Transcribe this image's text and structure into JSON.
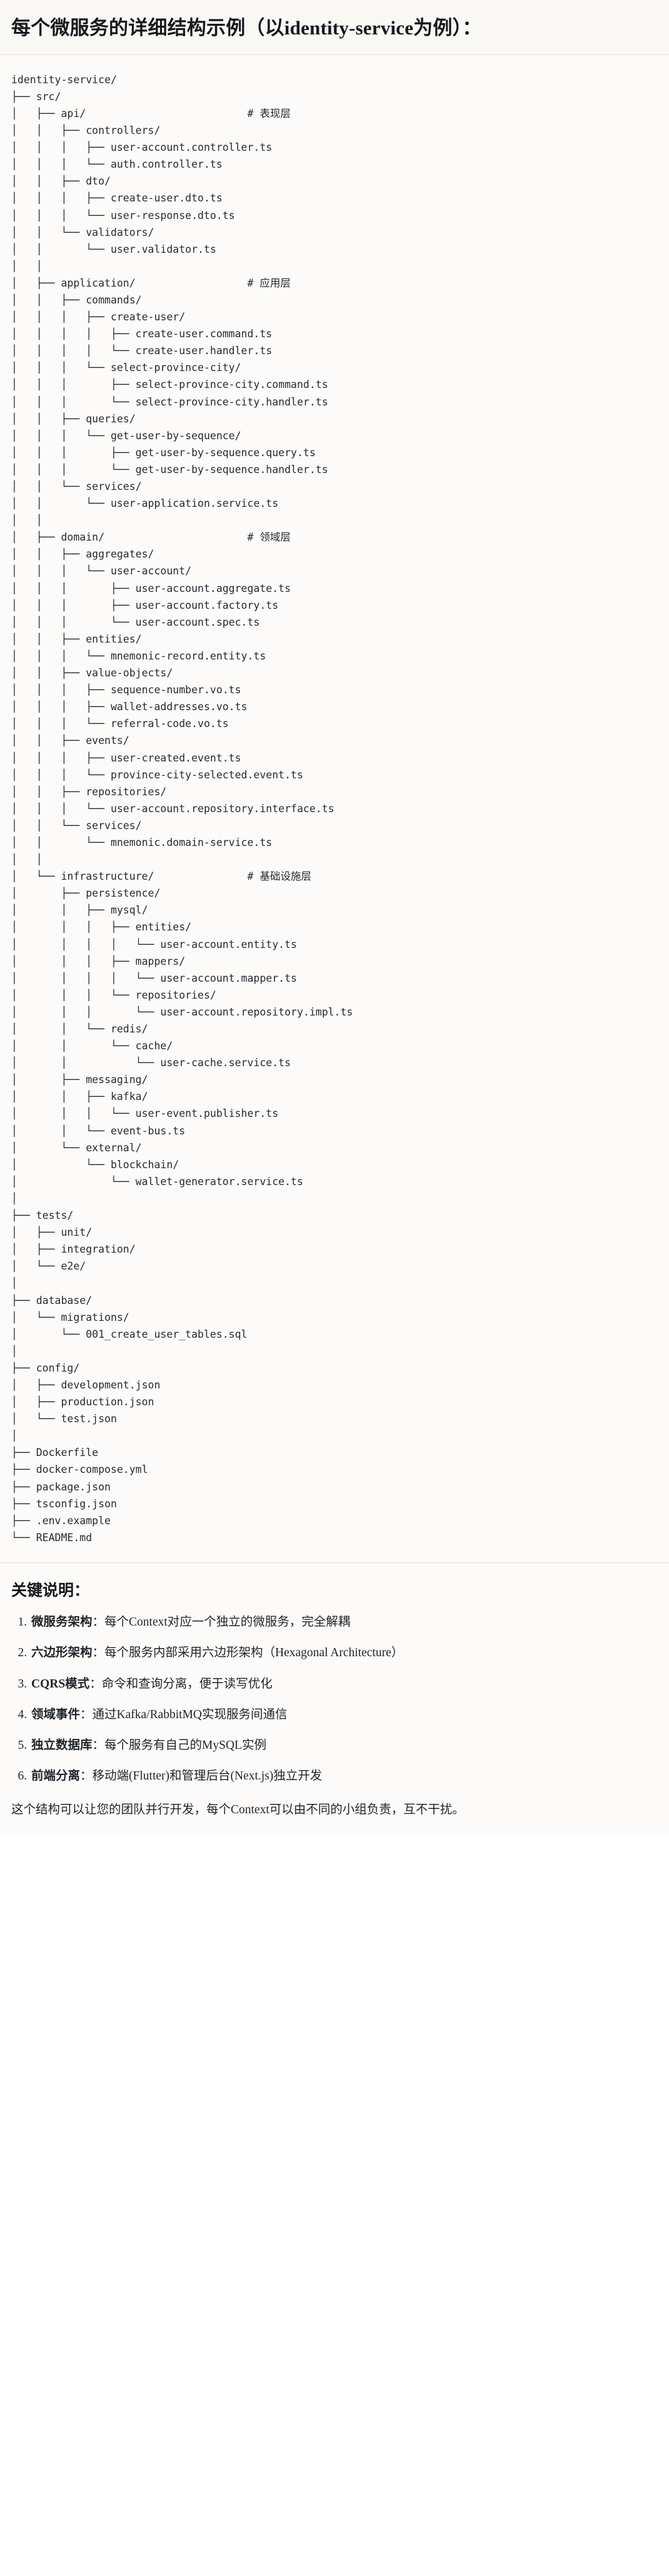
{
  "header": {
    "title": "每个微服务的详细结构示例（以identity-service为例）："
  },
  "tree": {
    "root_label": "identity-service/",
    "comments": {
      "api": "# 表现层",
      "application": "# 应用层",
      "domain": "# 领域层",
      "infrastructure": "# 基础设施层"
    },
    "text": "identity-service/\n├── src/\n│   ├── api/                          # 表现层\n│   │   ├── controllers/\n│   │   │   ├── user-account.controller.ts\n│   │   │   └── auth.controller.ts\n│   │   ├── dto/\n│   │   │   ├── create-user.dto.ts\n│   │   │   └── user-response.dto.ts\n│   │   └── validators/\n│   │       └── user.validator.ts\n│   │\n│   ├── application/                  # 应用层\n│   │   ├── commands/\n│   │   │   ├── create-user/\n│   │   │   │   ├── create-user.command.ts\n│   │   │   │   └── create-user.handler.ts\n│   │   │   └── select-province-city/\n│   │   │       ├── select-province-city.command.ts\n│   │   │       └── select-province-city.handler.ts\n│   │   ├── queries/\n│   │   │   └── get-user-by-sequence/\n│   │   │       ├── get-user-by-sequence.query.ts\n│   │   │       └── get-user-by-sequence.handler.ts\n│   │   └── services/\n│   │       └── user-application.service.ts\n│   │\n│   ├── domain/                       # 领域层\n│   │   ├── aggregates/\n│   │   │   └── user-account/\n│   │   │       ├── user-account.aggregate.ts\n│   │   │       ├── user-account.factory.ts\n│   │   │       └── user-account.spec.ts\n│   │   ├── entities/\n│   │   │   └── mnemonic-record.entity.ts\n│   │   ├── value-objects/\n│   │   │   ├── sequence-number.vo.ts\n│   │   │   ├── wallet-addresses.vo.ts\n│   │   │   └── referral-code.vo.ts\n│   │   ├── events/\n│   │   │   ├── user-created.event.ts\n│   │   │   └── province-city-selected.event.ts\n│   │   ├── repositories/\n│   │   │   └── user-account.repository.interface.ts\n│   │   └── services/\n│   │       └── mnemonic.domain-service.ts\n│   │\n│   └── infrastructure/               # 基础设施层\n│       ├── persistence/\n│       │   ├── mysql/\n│       │   │   ├── entities/\n│       │   │   │   └── user-account.entity.ts\n│       │   │   ├── mappers/\n│       │   │   │   └── user-account.mapper.ts\n│       │   │   └── repositories/\n│       │   │       └── user-account.repository.impl.ts\n│       │   └── redis/\n│       │       └── cache/\n│       │           └── user-cache.service.ts\n│       ├── messaging/\n│       │   ├── kafka/\n│       │   │   └── user-event.publisher.ts\n│       │   └── event-bus.ts\n│       └── external/\n│           └── blockchain/\n│               └── wallet-generator.service.ts\n│\n├── tests/\n│   ├── unit/\n│   ├── integration/\n│   └── e2e/\n│\n├── database/\n│   └── migrations/\n│       └── 001_create_user_tables.sql\n│\n├── config/\n│   ├── development.json\n│   ├── production.json\n│   └── test.json\n│\n├── Dockerfile\n├── docker-compose.yml\n├── package.json\n├── tsconfig.json\n├── .env.example\n└── README.md"
  },
  "notes": {
    "title": "关键说明：",
    "items": [
      {
        "term": "微服务架构",
        "desc": "：每个Context对应一个独立的微服务，完全解耦"
      },
      {
        "term": "六边形架构",
        "desc": "：每个服务内部采用六边形架构（Hexagonal Architecture）"
      },
      {
        "term": "CQRS模式",
        "desc": "：命令和查询分离，便于读写优化"
      },
      {
        "term": "领域事件",
        "desc": "：通过Kafka/RabbitMQ实现服务间通信"
      },
      {
        "term": "独立数据库",
        "desc": "：每个服务有自己的MySQL实例"
      },
      {
        "term": "前端分离",
        "desc": "：移动端(Flutter)和管理后台(Next.js)独立开发"
      }
    ],
    "closing": "这个结构可以让您的团队并行开发，每个Context可以由不同的小组负责，互不干扰。"
  }
}
